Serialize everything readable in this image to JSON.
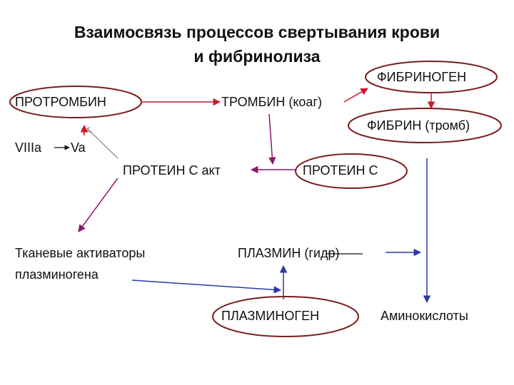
{
  "title": {
    "line1": "Взаимосвязь процессов свертывания крови",
    "line2": "и фибринолиза"
  },
  "nodes": {
    "fibrinogen": "ФИБРИНОГЕН",
    "prothrombin": "ПРОТРОМБИН",
    "thrombin": "ТРОМБИН (коаг)",
    "fibrin": "ФИБРИН (тромб)",
    "factor_viiia": "VIIIa",
    "factor_va": "Va",
    "protein_c_active": "ПРОТЕИН С акт",
    "protein_c": "ПРОТЕИН С",
    "tissue_activators_line1": "Тканевые активаторы",
    "tissue_activators_line2": "плазминогена",
    "plasmin": "ПЛАЗМИН (гидр)",
    "plasminogen": "ПЛАЗМИНОГЕН",
    "amino_acids": "Аминокислоты"
  },
  "colors": {
    "oval": "#7a1c1c",
    "arrow_red": "#cc1a2a",
    "arrow_purple": "#8a1a6a",
    "arrow_blue": "#2a3aa8",
    "line_gray": "#8a6a6a"
  }
}
